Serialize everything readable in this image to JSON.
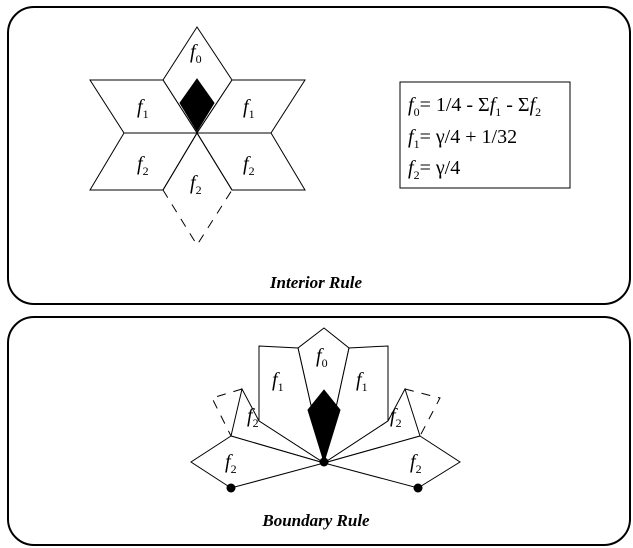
{
  "interior": {
    "caption": "Interior Rule",
    "labels": {
      "f0": {
        "base": "f",
        "sub": "0"
      },
      "f1_left": {
        "base": "f",
        "sub": "1"
      },
      "f1_right": {
        "base": "f",
        "sub": "1"
      },
      "f2_left": {
        "base": "f",
        "sub": "2"
      },
      "f2_bottom": {
        "base": "f",
        "sub": "2"
      },
      "f2_right": {
        "base": "f",
        "sub": "2"
      }
    },
    "equations": {
      "eq0": {
        "lhs_base": "f",
        "lhs_sub": "0",
        "rhs": "= 1/4 - Σ",
        "t1_base": "f",
        "t1_sub": "1",
        "mid": " - Σ",
        "t2_base": "f",
        "t2_sub": "2"
      },
      "eq1": {
        "lhs_base": "f",
        "lhs_sub": "1",
        "rhs": "= γ/4 + 1/32"
      },
      "eq2": {
        "lhs_base": "f",
        "lhs_sub": "2",
        "rhs": "= γ/4"
      }
    }
  },
  "boundary": {
    "caption": "Boundary Rule",
    "labels": {
      "f0": {
        "base": "f",
        "sub": "0"
      },
      "f1_left": {
        "base": "f",
        "sub": "1"
      },
      "f1_right": {
        "base": "f",
        "sub": "1"
      },
      "f2_left_upper": {
        "base": "f",
        "sub": "2"
      },
      "f2_right_upper": {
        "base": "f",
        "sub": "2"
      },
      "f2_left_lower": {
        "base": "f",
        "sub": "2"
      },
      "f2_right_lower": {
        "base": "f",
        "sub": "2"
      }
    }
  },
  "colors": {
    "stroke": "#000000",
    "background": "#ffffff"
  }
}
